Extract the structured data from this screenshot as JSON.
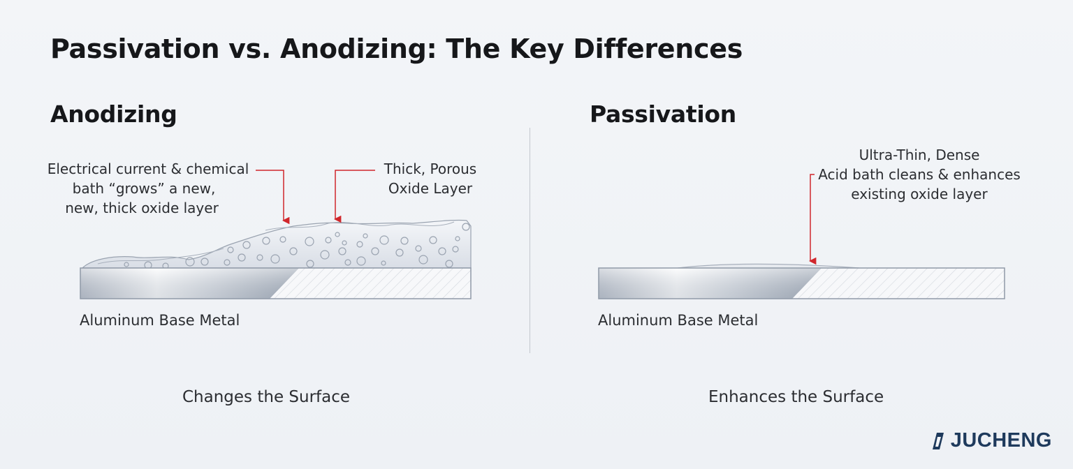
{
  "title": "Passivation vs. Anodizing: The Key Differences",
  "anodizing": {
    "heading": "Anodizing",
    "process_lines": [
      "Electrical current & chemical",
      "bath “grows” a new,",
      "new, thick oxide layer"
    ],
    "layer_lines": [
      "Thick, Porous",
      "Oxide Layer"
    ],
    "base_label": "Aluminum Base Metal",
    "caption": "Changes the Surface"
  },
  "passivation": {
    "heading": "Passivation",
    "callout_lines": [
      "Ultra-Thin, Dense",
      "Acid bath cleans & enhances",
      "existing oxide layer"
    ],
    "base_label": "Aluminum Base Metal",
    "caption": "Enhances the Surface"
  },
  "brand": {
    "name": "JUCHENG",
    "icon": "jucheng-logo-icon",
    "color": "#1e3a5c"
  },
  "colors": {
    "arrow": "#d0262b",
    "metal": "#b8c0cb",
    "oxide": "#dfe3ea"
  }
}
